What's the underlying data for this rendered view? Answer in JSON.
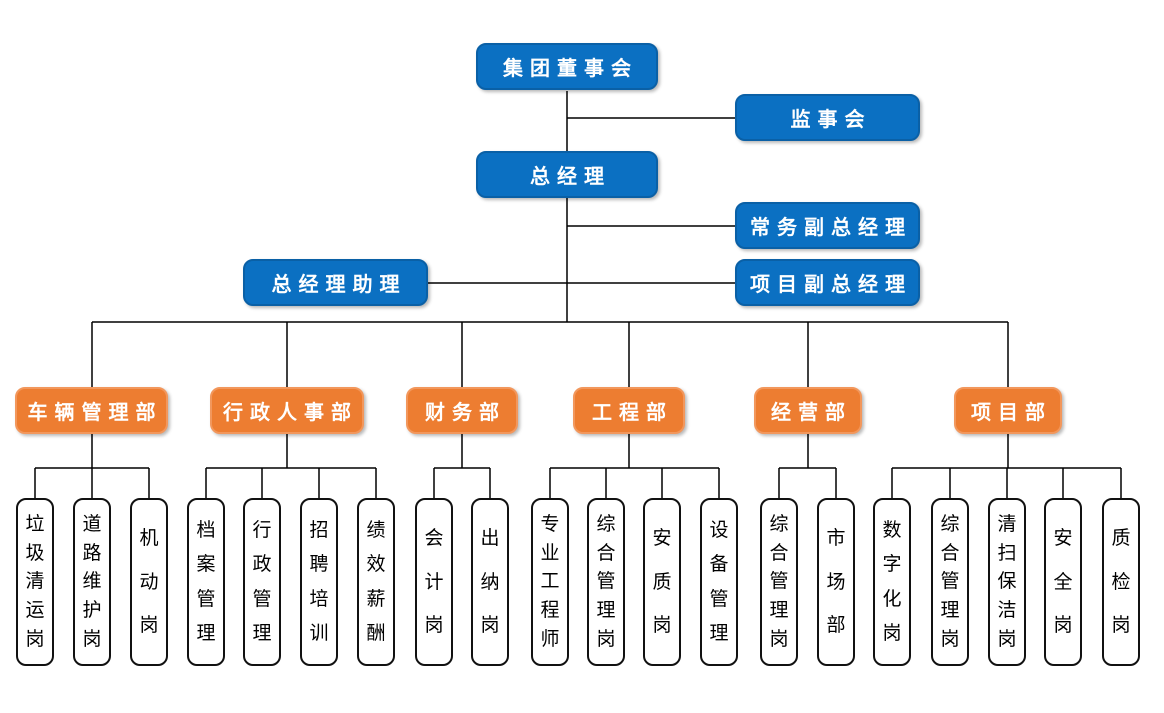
{
  "colors": {
    "node_blue": "#0B70C2",
    "node_blue_border": "#0A60A6",
    "node_orange": "#ED7D31",
    "node_orange_border": "#F2975C",
    "node_text": "#ffffff",
    "leaf_text": "#000000",
    "connector_line": "#000000"
  },
  "executive": {
    "board": "集团董事会",
    "supervisory": "监事会",
    "general_manager": "总经理",
    "executive_deputy_gm": "常务副总经理",
    "gm_assistant": "总经理助理",
    "project_deputy_gm": "项目副总经理"
  },
  "departments": [
    {
      "label": "车辆管理部",
      "positions": [
        "垃圾清运岗",
        "道路维护岗",
        "机动岗"
      ]
    },
    {
      "label": "行政人事部",
      "positions": [
        "档案管理",
        "行政管理",
        "招聘培训",
        "绩效薪酬"
      ]
    },
    {
      "label": "财务部",
      "positions": [
        "会计岗",
        "出纳岗"
      ]
    },
    {
      "label": "工程部",
      "positions": [
        "专业工程师",
        "综合管理岗",
        "安质岗",
        "设备管理"
      ]
    },
    {
      "label": "经营部",
      "positions": [
        "综合管理岗",
        "市场部"
      ]
    },
    {
      "label": "项目部",
      "positions": [
        "数字化岗",
        "综合管理岗",
        "清扫保洁岗",
        "安全岗",
        "质检岗"
      ]
    }
  ]
}
